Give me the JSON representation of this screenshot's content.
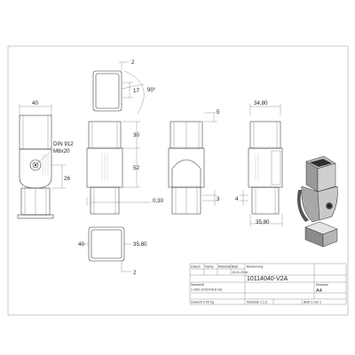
{
  "dimensions": {
    "wall_top": "2",
    "inner_height": "17",
    "angle": "90°",
    "width_left": "40",
    "right_width": "34,80",
    "top_gap": "5",
    "height_30": "30",
    "height_52": "52",
    "height_26": "26",
    "offset": "0,30",
    "small_3": "3",
    "small_4": "4",
    "right_bottom": "35,80",
    "square_40": "40",
    "square_3580": "35,80",
    "wall_bottom": "2"
  },
  "callout": {
    "line1": "DIN 912",
    "line2": "M8x20"
  },
  "title_block": {
    "header_cells": [
      "Datum",
      "Name",
      "Maßstab",
      "Blatt"
    ],
    "date": "10.01.2016",
    "drawing_label": "Benennung",
    "part_number": "10114040-V2A",
    "material_label": "Werkstoff",
    "material": "1.4301 (X5CrNi18-10)",
    "weight": "Gewicht 0,00 kg",
    "scale_label": "Maßstab 1:1,5",
    "sheet_label": "Blatt 1 von 1",
    "format": "A4",
    "revision_label": "Revision"
  }
}
